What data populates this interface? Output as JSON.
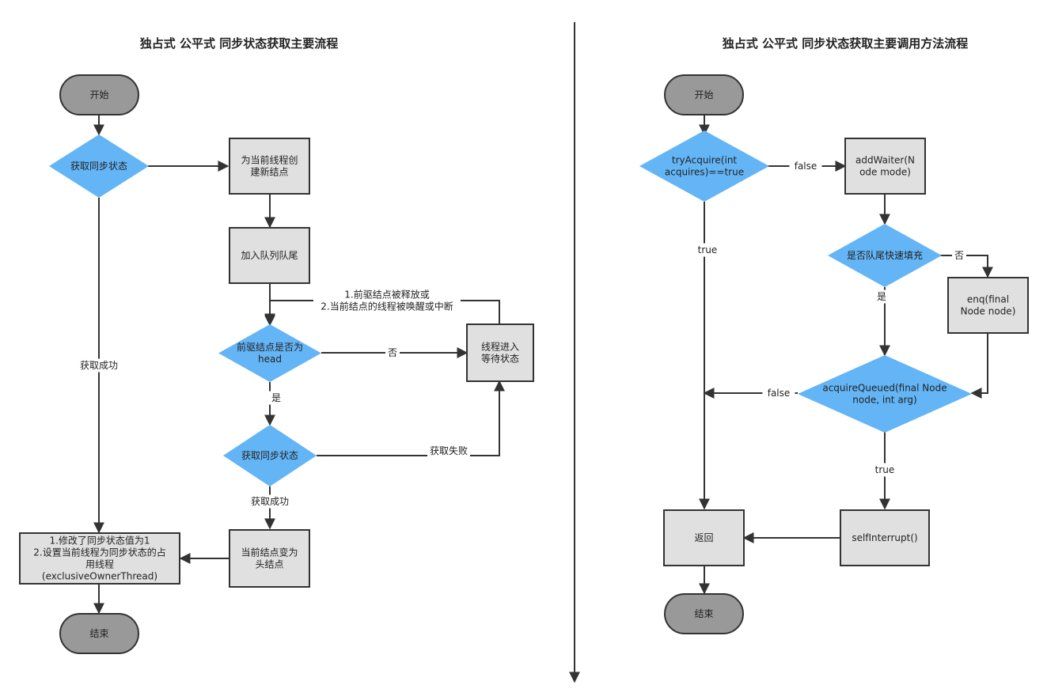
{
  "left": {
    "title": "独占式 公平式 同步状态获取主要流程",
    "nodes": {
      "start": [
        "开始"
      ],
      "acquire_state": [
        "获取同步状态"
      ],
      "create_node": [
        "为当前线程创",
        "建新结点"
      ],
      "enqueue_tail": [
        "加入队列队尾"
      ],
      "pred_is_head": [
        "前驱结点是否为",
        "head"
      ],
      "thread_wait": [
        "线程进入",
        "等待状态"
      ],
      "acquire_state_2": [
        "获取同步状态"
      ],
      "become_head": [
        "当前结点变为",
        "头结点"
      ],
      "set_state": [
        "1.修改了同步状态值为1",
        "2.设置当前线程为同步状态的占",
        "用线程",
        "(exclusiveOwnerThread)"
      ],
      "end": [
        "结束"
      ]
    },
    "labels": {
      "acquire_success_long": "获取成功",
      "wake_reason": [
        "1.前驱结点被释放或",
        "2.当前结点的线程被唤醒或中断"
      ],
      "no": "否",
      "yes": "是",
      "acquire_fail": "获取失败",
      "acquire_success": "获取成功"
    }
  },
  "right": {
    "title": "独占式 公平式 同步状态获取主要调用方法流程",
    "nodes": {
      "start": [
        "开始"
      ],
      "try_acquire": [
        "tryAcquire(int",
        "acquires)==true"
      ],
      "add_waiter": [
        "addWaiter(N",
        "ode mode)"
      ],
      "tail_fast_fill": [
        "是否队尾快速填充"
      ],
      "enq": [
        "enq(final",
        "Node node)"
      ],
      "acquire_queued": [
        "acquireQueued(final Node",
        "node, int arg)"
      ],
      "self_interrupt": [
        "selfInterrupt()"
      ],
      "return": [
        "返回"
      ],
      "end": [
        "结束"
      ]
    },
    "labels": {
      "false_1": "false",
      "true_1": "true",
      "no": "否",
      "yes": "是",
      "false_2": "false",
      "true_2": "true"
    }
  },
  "colors": {
    "terminal_fill": "#999999",
    "decision_fill": "#64b5f6",
    "process_fill": "#e0e0e0",
    "stroke": "#333333"
  }
}
